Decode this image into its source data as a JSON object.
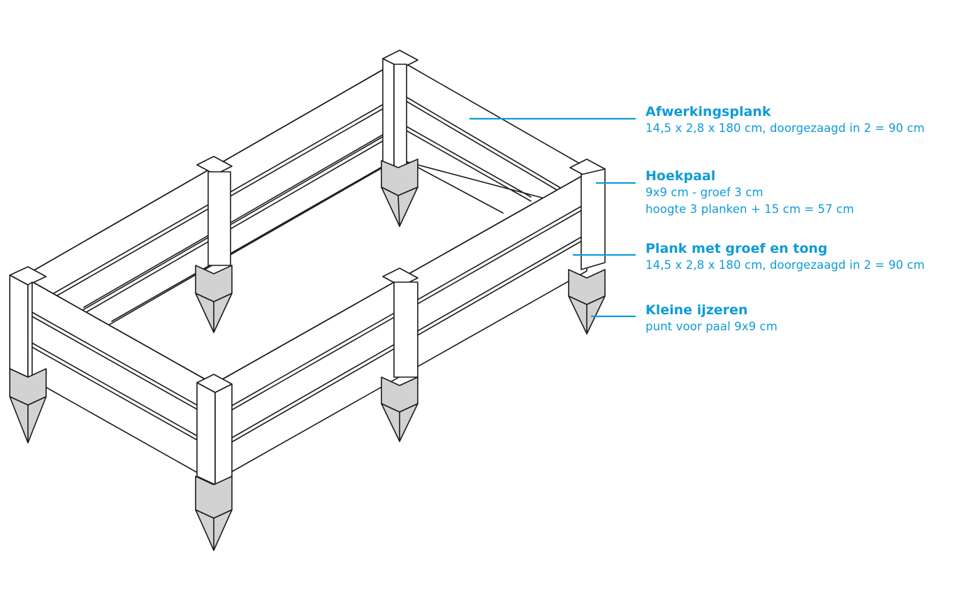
{
  "labels": [
    {
      "name": "afwerkingsplank",
      "title": "Afwerkingsplank",
      "lines": [
        "14,5 x 2,8 x 180 cm, doorgezaagd in 2 = 90 cm"
      ]
    },
    {
      "name": "hoekpaal",
      "title": "Hoekpaal",
      "lines": [
        "9x9 cm - groef 3 cm",
        "hoogte 3 planken + 15 cm = 57 cm"
      ]
    },
    {
      "name": "plank",
      "title": "Plank met groef en tong",
      "lines": [
        "14,5 x 2,8 x 180 cm, doorgezaagd in 2 = 90 cm"
      ]
    },
    {
      "name": "ijzeren-punt",
      "title": "Kleine ijzeren",
      "lines": [
        "punt voor paal 9x9 cm"
      ]
    }
  ],
  "colors": {
    "accent": "#0f9bd7",
    "line": "#1a1a1a",
    "steel": "#d2d2d2"
  }
}
